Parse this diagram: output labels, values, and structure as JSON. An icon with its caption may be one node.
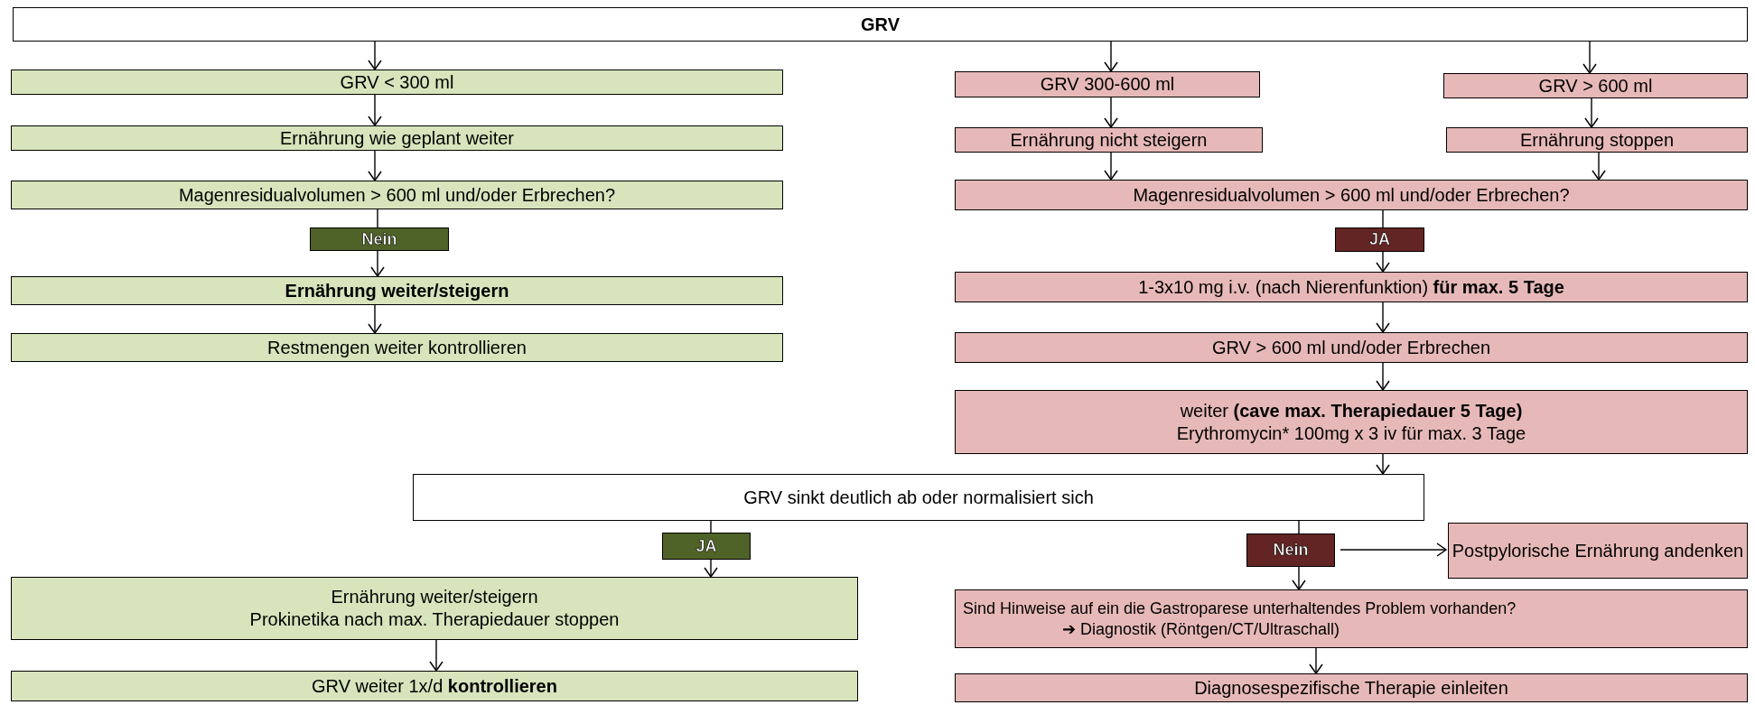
{
  "diagram": {
    "nodes": [
      {
        "text": [
          "GRV"
        ]
      },
      {
        "text": [
          "GRV < 300 ml"
        ]
      },
      {
        "text": [
          "Ernährung wie geplant weiter"
        ]
      },
      {
        "text": [
          "Magenresidualvolumen > 600 ml und/oder Erbrechen?"
        ]
      },
      {
        "text": [
          "Nein"
        ]
      },
      {
        "text": [
          "Ernährung weiter/steigern"
        ]
      },
      {
        "text": [
          "Restmengen weiter kontrollieren"
        ]
      },
      {
        "text": [
          "GRV 300-600 ml"
        ]
      },
      {
        "text": [
          "GRV > 600 ml"
        ]
      },
      {
        "text": [
          "Ernährung nicht steigern"
        ]
      },
      {
        "text": [
          "Ernährung stoppen"
        ]
      },
      {
        "text": [
          "Magenresidualvolumen > 600 ml und/oder Erbrechen?"
        ]
      },
      {
        "text": [
          "JA"
        ]
      },
      {
        "text": [
          "1-3x10 mg i.v. (nach Nierenfunktion) **für max. 5 Tage**"
        ]
      },
      {
        "text": [
          "GRV > 600 ml und/oder Erbrechen"
        ]
      },
      {
        "text": [
          "weiter **(cave max. Therapiedauer 5 Tage)**",
          "Erythromycin* 100mg x 3 iv für max. 3 Tage"
        ]
      },
      {
        "text": [
          "GRV sinkt deutlich ab oder normalisiert sich"
        ]
      },
      {
        "text": [
          "JA"
        ]
      },
      {
        "text": [
          "Nein"
        ]
      },
      {
        "text": [
          "Postpylorische Ernährung andenken"
        ]
      },
      {
        "text": [
          "Ernährung weiter/steigern",
          "Prokinetika nach max. Therapiedauer stoppen"
        ]
      },
      {
        "text": [
          "GRV weiter 1x/d **kontrollieren**"
        ]
      },
      {
        "text": [
          "Sind Hinweise auf ein die Gastroparese unterhaltendes Problem vorhanden?",
          "➔ Diagnostik (Röntgen/CT/Ultraschall)"
        ]
      },
      {
        "text": [
          "Diagnosespezifische Therapie einleiten"
        ]
      }
    ],
    "edges": [
      {
        "from": 0,
        "to": 1,
        "arrow": "to"
      },
      {
        "from": 1,
        "to": 2,
        "arrow": "to"
      },
      {
        "from": 2,
        "to": 3,
        "arrow": "to"
      },
      {
        "from": 3,
        "to": 4,
        "arrow": "none"
      },
      {
        "from": 4,
        "to": 5,
        "arrow": "to"
      },
      {
        "from": 5,
        "to": 6,
        "arrow": "to"
      },
      {
        "from": 0,
        "to": 7,
        "arrow": "to"
      },
      {
        "from": 0,
        "to": 8,
        "arrow": "to"
      },
      {
        "from": 7,
        "to": 9,
        "arrow": "to"
      },
      {
        "from": 8,
        "to": 10,
        "arrow": "to"
      },
      {
        "from": 9,
        "to": 11,
        "arrow": "to"
      },
      {
        "from": 10,
        "to": 11,
        "arrow": "to"
      },
      {
        "from": 11,
        "to": 12,
        "arrow": "none"
      },
      {
        "from": 12,
        "to": 13,
        "arrow": "to"
      },
      {
        "from": 13,
        "to": 14,
        "arrow": "to"
      },
      {
        "from": 14,
        "to": 15,
        "arrow": "to"
      },
      {
        "from": 15,
        "to": 16,
        "arrow": "to"
      },
      {
        "from": 16,
        "to": 17,
        "arrow": "none"
      },
      {
        "from": 17,
        "to": 20,
        "arrow": "to"
      },
      {
        "from": 20,
        "to": 21,
        "arrow": "to"
      },
      {
        "from": 16,
        "to": 18,
        "arrow": "none"
      },
      {
        "from": 18,
        "to": 19,
        "arrow": "to"
      },
      {
        "from": 18,
        "to": 22,
        "arrow": "to"
      },
      {
        "from": 22,
        "to": 23,
        "arrow": "to"
      }
    ]
  }
}
